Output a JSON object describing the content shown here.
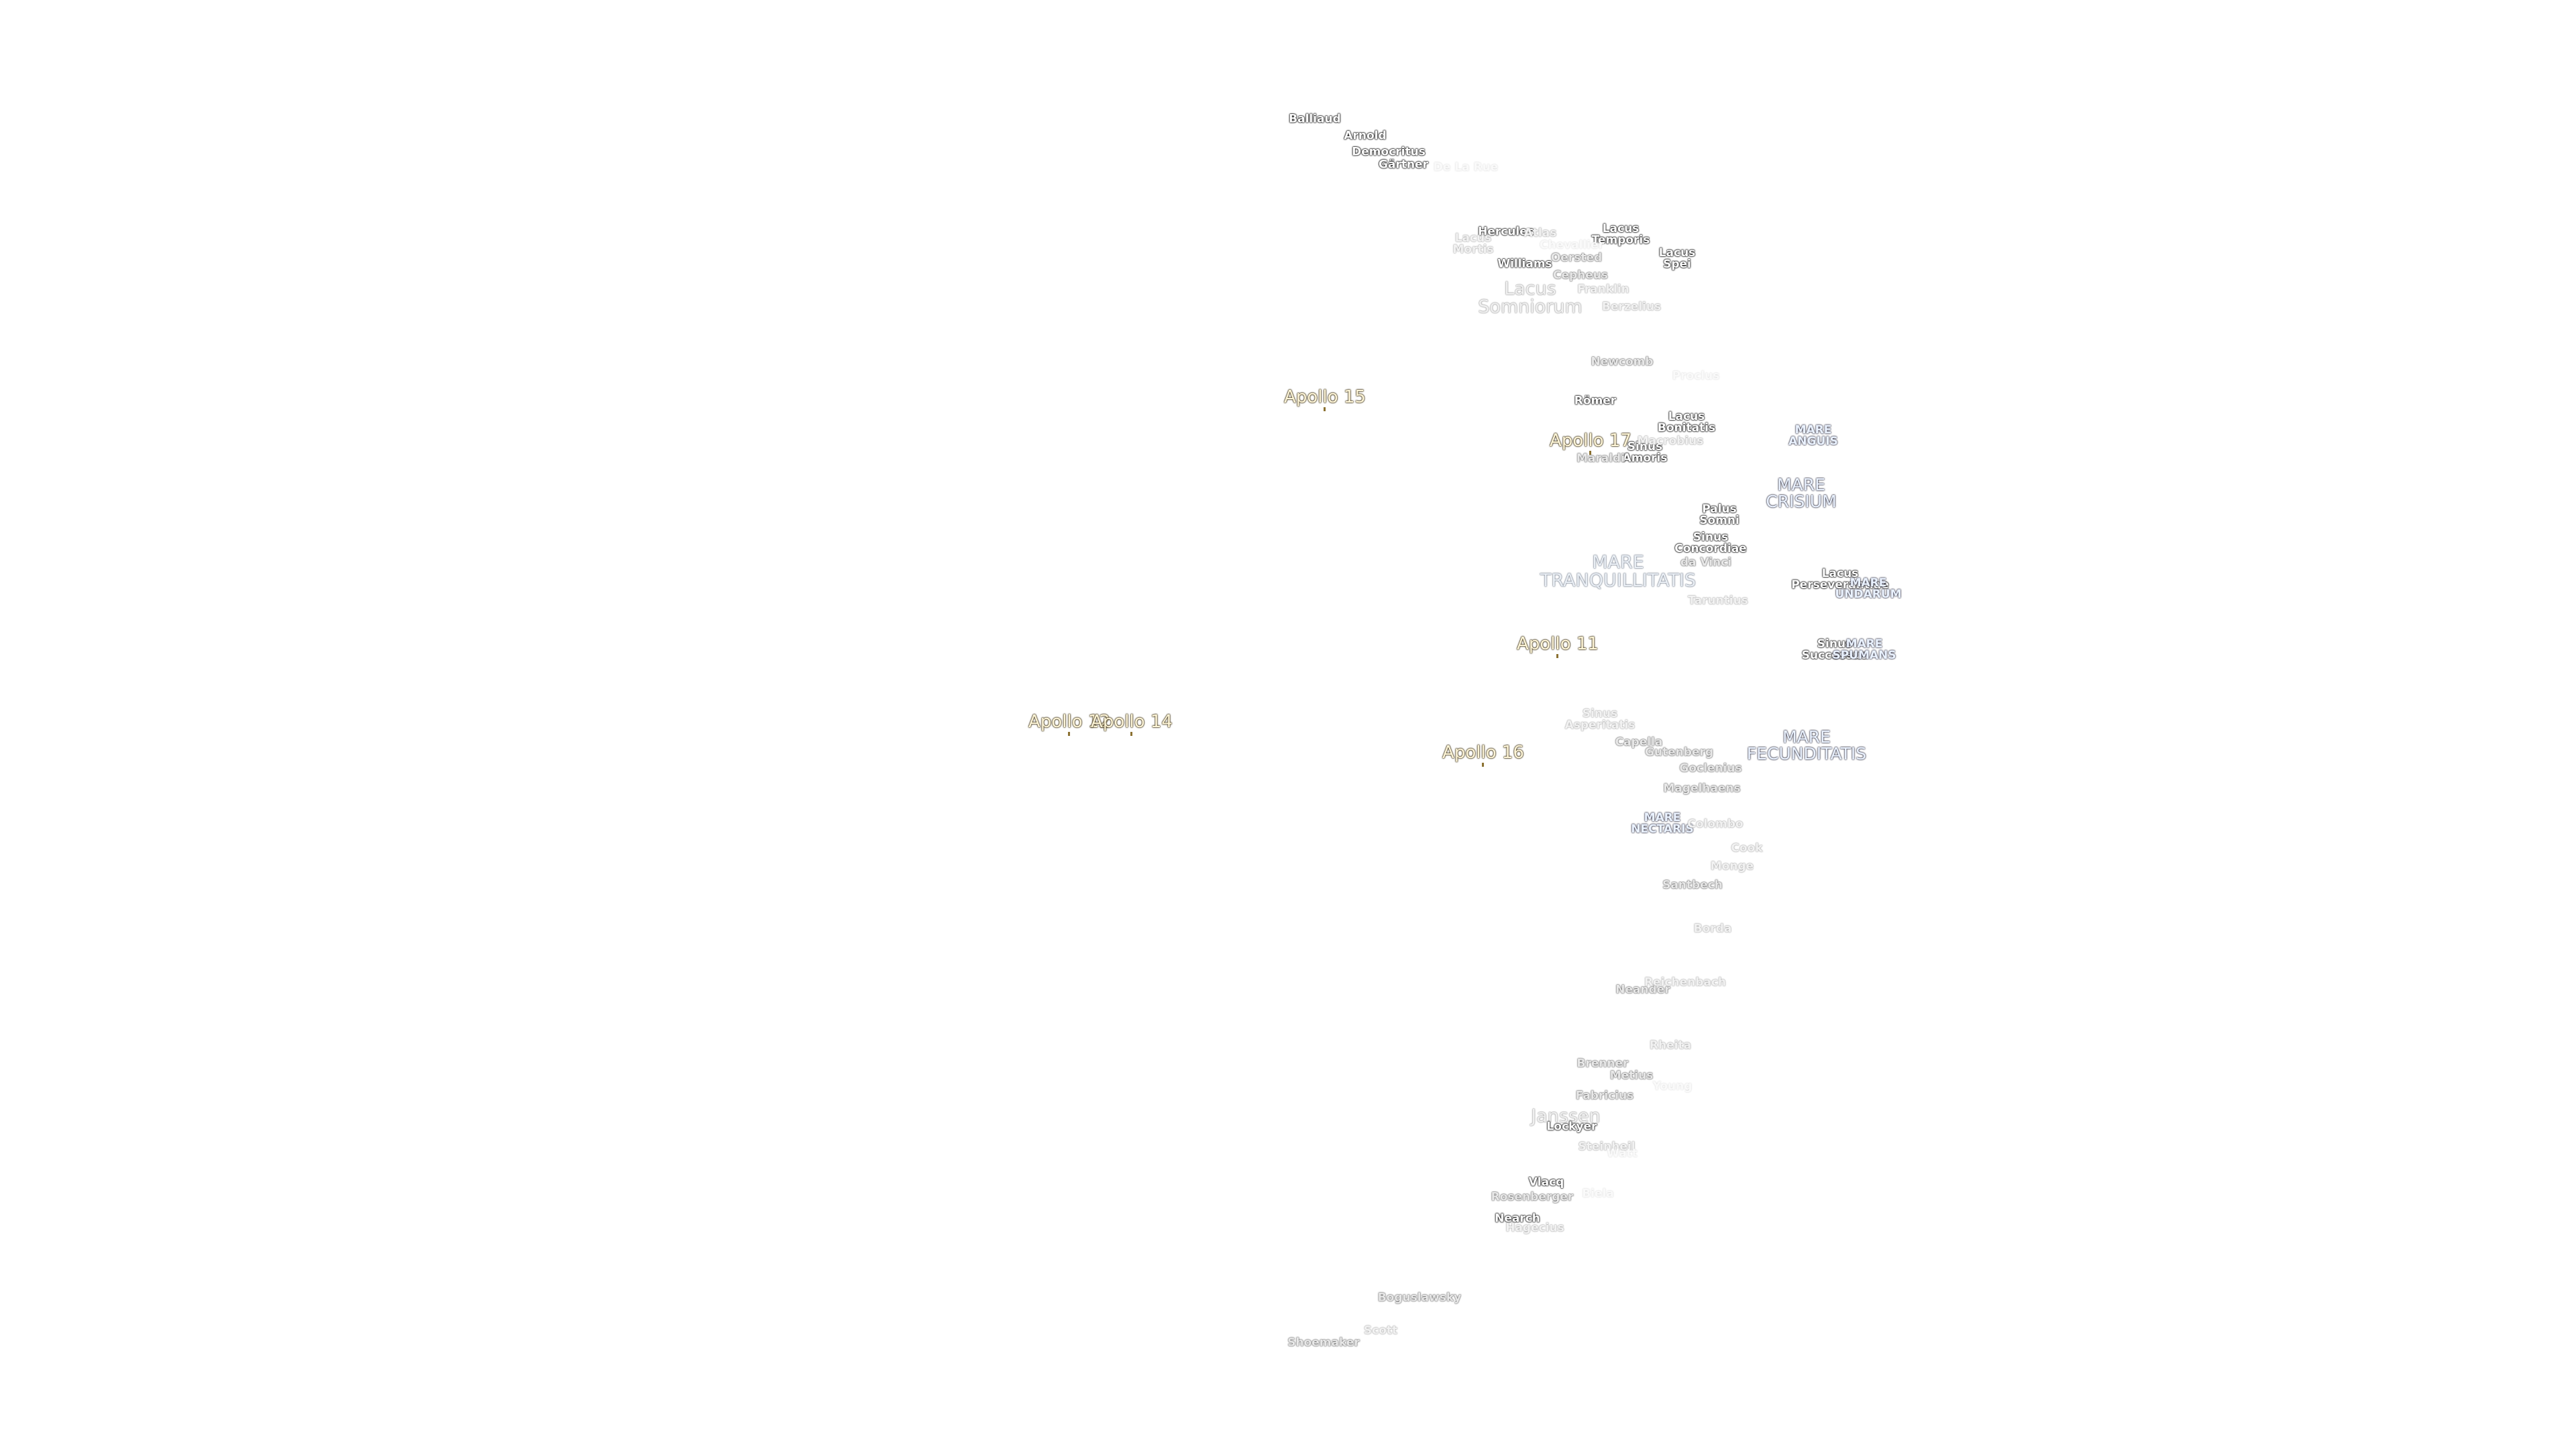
{
  "map": {
    "labels": [
      {
        "id": "balliaud",
        "lines": [
          "Balliaud"
        ],
        "kind": "crater"
      },
      {
        "id": "arnold",
        "lines": [
          "Arnold"
        ],
        "kind": "crater"
      },
      {
        "id": "democritus",
        "lines": [
          "Democritus"
        ],
        "kind": "crater"
      },
      {
        "id": "gartner",
        "lines": [
          "Gärtner"
        ],
        "kind": "crater"
      },
      {
        "id": "de-la-rue",
        "lines": [
          "De La Rue"
        ],
        "kind": "crater-xfaint"
      },
      {
        "id": "hercules",
        "lines": [
          "Hercules"
        ],
        "kind": "crater"
      },
      {
        "id": "atlas",
        "lines": [
          "Atlas"
        ],
        "kind": "crater-faint"
      },
      {
        "id": "lacus-temporis",
        "lines": [
          "Lacus",
          "Temporis"
        ],
        "kind": "crater"
      },
      {
        "id": "lacus-mortis",
        "lines": [
          "Lacus",
          "Mortis"
        ],
        "kind": "crater-faint"
      },
      {
        "id": "chevallier",
        "lines": [
          "Chevallier"
        ],
        "kind": "crater-xfaint"
      },
      {
        "id": "oersted",
        "lines": [
          "Oersted"
        ],
        "kind": "crater-mid"
      },
      {
        "id": "lacus-spei",
        "lines": [
          "Lacus",
          "Spei"
        ],
        "kind": "crater"
      },
      {
        "id": "williams",
        "lines": [
          "Williams"
        ],
        "kind": "crater"
      },
      {
        "id": "cepheus",
        "lines": [
          "Cepheus"
        ],
        "kind": "crater-mid"
      },
      {
        "id": "franklin",
        "lines": [
          "Franklin"
        ],
        "kind": "crater-faint"
      },
      {
        "id": "lacus-somniorum",
        "lines": [
          "Lacus",
          "Somniorum"
        ],
        "kind": "big-grey"
      },
      {
        "id": "berzelius",
        "lines": [
          "Berzelius"
        ],
        "kind": "crater-faint"
      },
      {
        "id": "newcomb",
        "lines": [
          "Newcomb"
        ],
        "kind": "crater-mid"
      },
      {
        "id": "proclus",
        "lines": [
          "Proclus"
        ],
        "kind": "crater-xfaint"
      },
      {
        "id": "romer",
        "lines": [
          "Römer"
        ],
        "kind": "crater"
      },
      {
        "id": "lacus-bonitatis",
        "lines": [
          "Lacus",
          "Bonitatis"
        ],
        "kind": "crater"
      },
      {
        "id": "sinus-amoris",
        "lines": [
          "Sinus",
          "Amoris"
        ],
        "kind": "crater"
      },
      {
        "id": "macrobius",
        "lines": [
          "Macrobius"
        ],
        "kind": "crater-faint"
      },
      {
        "id": "maraldi",
        "lines": [
          "Maraldi"
        ],
        "kind": "crater-mid"
      },
      {
        "id": "mare-anguis",
        "lines": [
          "MARE",
          "ANGUIS"
        ],
        "kind": "mare-sm"
      },
      {
        "id": "mare-crisium",
        "lines": [
          "MARE",
          "CRISIUM"
        ],
        "kind": "mare"
      },
      {
        "id": "palus-somni",
        "lines": [
          "Palus",
          "Somni"
        ],
        "kind": "crater"
      },
      {
        "id": "sinus-concordiae",
        "lines": [
          "Sinus",
          "Concordiae"
        ],
        "kind": "crater"
      },
      {
        "id": "da-vinci",
        "lines": [
          "da Vinci"
        ],
        "kind": "crater-mid"
      },
      {
        "id": "mare-tranquillitatis",
        "lines": [
          "MARE",
          "TRANQUILLITATIS"
        ],
        "kind": "big"
      },
      {
        "id": "taruntius",
        "lines": [
          "Taruntius"
        ],
        "kind": "crater-faint"
      },
      {
        "id": "lacus-perseverantiae",
        "lines": [
          "Lacus",
          "Perseverantiae"
        ],
        "kind": "crater"
      },
      {
        "id": "mare-undarum",
        "lines": [
          "MARE",
          "UNDARUM"
        ],
        "kind": "mare-sm"
      },
      {
        "id": "sinus-successus",
        "lines": [
          "Sinus",
          "Successus"
        ],
        "kind": "crater"
      },
      {
        "id": "mare-spumans",
        "lines": [
          "MARE",
          "SPUMANS"
        ],
        "kind": "mare-sm"
      },
      {
        "id": "sinus-asperitatis",
        "lines": [
          "Sinus",
          "Asperitatis"
        ],
        "kind": "crater-faint"
      },
      {
        "id": "capella",
        "lines": [
          "Capella"
        ],
        "kind": "crater-mid"
      },
      {
        "id": "gutenberg",
        "lines": [
          "Gutenberg"
        ],
        "kind": "crater-mid"
      },
      {
        "id": "goclenius",
        "lines": [
          "Goclenius"
        ],
        "kind": "crater-mid"
      },
      {
        "id": "mare-fecunditatis",
        "lines": [
          "MARE",
          "FECUNDITATIS"
        ],
        "kind": "mare"
      },
      {
        "id": "magelhaens",
        "lines": [
          "Magelhaens"
        ],
        "kind": "crater-mid"
      },
      {
        "id": "mare-nectaris",
        "lines": [
          "MARE",
          "NECTARIS"
        ],
        "kind": "mare-sm"
      },
      {
        "id": "colombo",
        "lines": [
          "Colombo"
        ],
        "kind": "crater-faint"
      },
      {
        "id": "cook",
        "lines": [
          "Cook"
        ],
        "kind": "crater-faint"
      },
      {
        "id": "monge",
        "lines": [
          "Monge"
        ],
        "kind": "crater-faint"
      },
      {
        "id": "santbech",
        "lines": [
          "Santbech"
        ],
        "kind": "crater-mid"
      },
      {
        "id": "borda",
        "lines": [
          "Borda"
        ],
        "kind": "crater-faint"
      },
      {
        "id": "neander",
        "lines": [
          "Neander"
        ],
        "kind": "crater-mid"
      },
      {
        "id": "reichenbach",
        "lines": [
          "Reichenbach"
        ],
        "kind": "crater-faint"
      },
      {
        "id": "rheita",
        "lines": [
          "Rheita"
        ],
        "kind": "crater-faint"
      },
      {
        "id": "brenner",
        "lines": [
          "Brenner"
        ],
        "kind": "crater-mid"
      },
      {
        "id": "metius",
        "lines": [
          "Metius"
        ],
        "kind": "crater-mid"
      },
      {
        "id": "young",
        "lines": [
          "Young"
        ],
        "kind": "crater-xfaint"
      },
      {
        "id": "fabricius",
        "lines": [
          "Fabricius"
        ],
        "kind": "crater-mid"
      },
      {
        "id": "janssen",
        "lines": [
          "Janssen"
        ],
        "kind": "big-grey"
      },
      {
        "id": "lockyer",
        "lines": [
          "Lockyer"
        ],
        "kind": "crater"
      },
      {
        "id": "steinheil",
        "lines": [
          "Steinheil"
        ],
        "kind": "crater-faint"
      },
      {
        "id": "watt",
        "lines": [
          "Watt"
        ],
        "kind": "crater-xfaint"
      },
      {
        "id": "vlacq",
        "lines": [
          "Vlacq"
        ],
        "kind": "crater"
      },
      {
        "id": "rosenberger",
        "lines": [
          "Rosenberger"
        ],
        "kind": "crater-mid"
      },
      {
        "id": "biela",
        "lines": [
          "Biela"
        ],
        "kind": "crater-xfaint"
      },
      {
        "id": "nearch",
        "lines": [
          "Nearch"
        ],
        "kind": "crater"
      },
      {
        "id": "hagecius",
        "lines": [
          "Hagecius"
        ],
        "kind": "crater-faint"
      },
      {
        "id": "boguslawsky",
        "lines": [
          "Boguslawsky"
        ],
        "kind": "crater-mid"
      },
      {
        "id": "scott",
        "lines": [
          "Scott"
        ],
        "kind": "crater-faint"
      },
      {
        "id": "shoemaker",
        "lines": [
          "Shoemaker"
        ],
        "kind": "crater-mid"
      },
      {
        "id": "apollo-15",
        "lines": [
          "Apollo 15"
        ],
        "kind": "apollo"
      },
      {
        "id": "apollo-17",
        "lines": [
          "Apollo 17"
        ],
        "kind": "apollo"
      },
      {
        "id": "apollo-11",
        "lines": [
          "Apollo 11"
        ],
        "kind": "apollo"
      },
      {
        "id": "apollo-12",
        "lines": [
          "Apollo 12"
        ],
        "kind": "apollo"
      },
      {
        "id": "apollo-14",
        "lines": [
          "Apollo 14"
        ],
        "kind": "apollo"
      },
      {
        "id": "apollo-16",
        "lines": [
          "Apollo 16"
        ],
        "kind": "apollo"
      }
    ]
  }
}
